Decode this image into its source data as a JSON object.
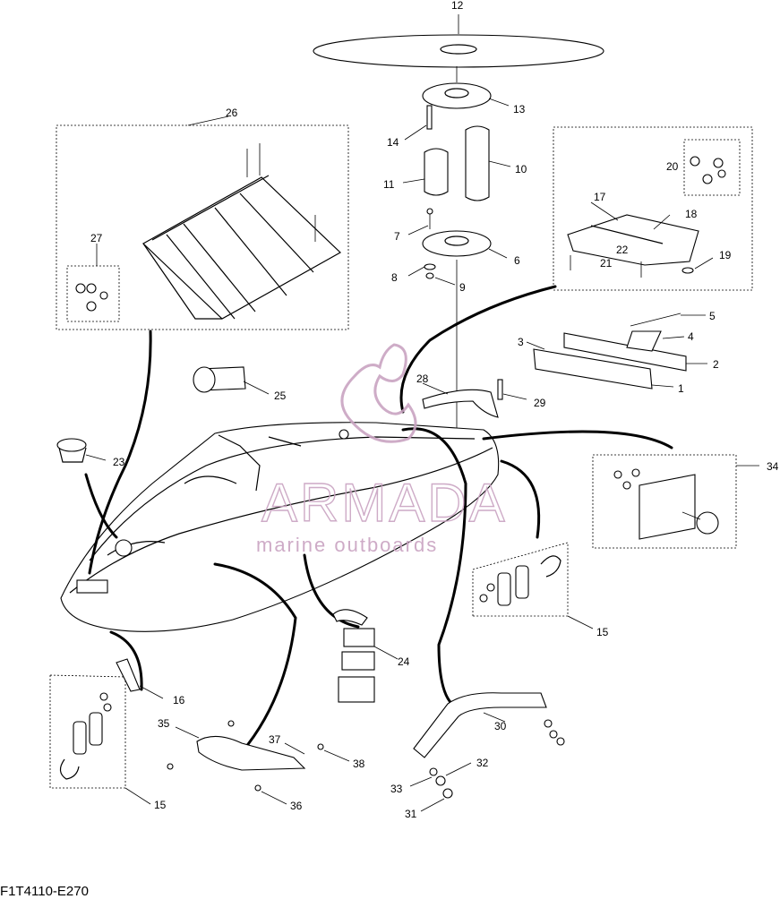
{
  "drawing_code": "F1T4110-E270",
  "watermark": {
    "brand": "ARMADA",
    "tagline": "marine outboards",
    "accent_color": "#c9a3c1"
  },
  "callouts": [
    {
      "id": "c1",
      "label": "1"
    },
    {
      "id": "c2",
      "label": "2"
    },
    {
      "id": "c3",
      "label": "3"
    },
    {
      "id": "c4",
      "label": "4"
    },
    {
      "id": "c5",
      "label": "5"
    },
    {
      "id": "c6",
      "label": "6"
    },
    {
      "id": "c7",
      "label": "7"
    },
    {
      "id": "c8",
      "label": "8"
    },
    {
      "id": "c9",
      "label": "9"
    },
    {
      "id": "c10",
      "label": "10"
    },
    {
      "id": "c11",
      "label": "11"
    },
    {
      "id": "c12",
      "label": "12"
    },
    {
      "id": "c13",
      "label": "13"
    },
    {
      "id": "c14",
      "label": "14"
    },
    {
      "id": "c15a",
      "label": "15"
    },
    {
      "id": "c15b",
      "label": "15"
    },
    {
      "id": "c16",
      "label": "16"
    },
    {
      "id": "c17",
      "label": "17"
    },
    {
      "id": "c18",
      "label": "18"
    },
    {
      "id": "c19",
      "label": "19"
    },
    {
      "id": "c20",
      "label": "20"
    },
    {
      "id": "c21",
      "label": "21"
    },
    {
      "id": "c22",
      "label": "22"
    },
    {
      "id": "c23",
      "label": "23"
    },
    {
      "id": "c24",
      "label": "24"
    },
    {
      "id": "c25",
      "label": "25"
    },
    {
      "id": "c26",
      "label": "26"
    },
    {
      "id": "c27",
      "label": "27"
    },
    {
      "id": "c28",
      "label": "28"
    },
    {
      "id": "c29",
      "label": "29"
    },
    {
      "id": "c30",
      "label": "30"
    },
    {
      "id": "c31",
      "label": "31"
    },
    {
      "id": "c32",
      "label": "32"
    },
    {
      "id": "c33",
      "label": "33"
    },
    {
      "id": "c34",
      "label": "34"
    },
    {
      "id": "c35",
      "label": "35"
    },
    {
      "id": "c36",
      "label": "36"
    },
    {
      "id": "c37",
      "label": "37"
    },
    {
      "id": "c38",
      "label": "38"
    }
  ]
}
